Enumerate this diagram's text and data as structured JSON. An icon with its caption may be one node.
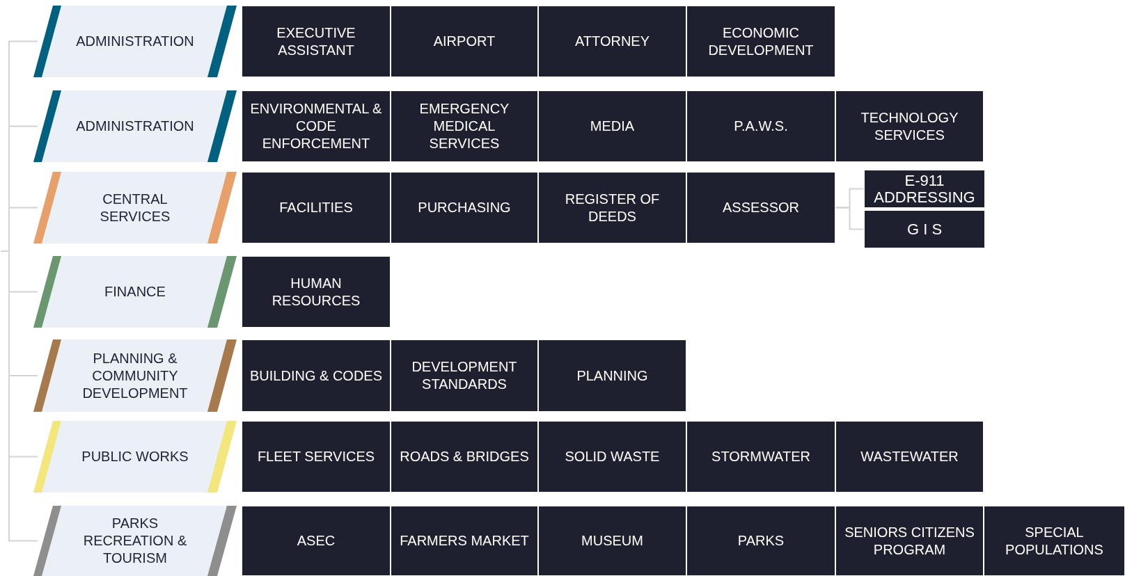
{
  "diagram": {
    "nodes": [
      {
        "text": [
          "ADMINISTRATION"
        ]
      },
      {
        "text": [
          "EXECUTIVE ASSISTANT"
        ]
      },
      {
        "text": [
          "AIRPORT"
        ]
      },
      {
        "text": [
          "ATTORNEY"
        ]
      },
      {
        "text": [
          "ECONOMIC DEVELOPMENT"
        ]
      },
      {
        "text": [
          "ADMINISTRATION"
        ]
      },
      {
        "text": [
          "ENVIRONMENTAL & CODE ENFORCEMENT"
        ]
      },
      {
        "text": [
          "EMERGENCY MEDICAL SERVICES"
        ]
      },
      {
        "text": [
          "MEDIA"
        ]
      },
      {
        "text": [
          "P.A.W.S."
        ]
      },
      {
        "text": [
          "TECHNOLOGY SERVICES"
        ]
      },
      {
        "text": [
          "CENTRAL SERVICES"
        ]
      },
      {
        "text": [
          "FACILITIES"
        ]
      },
      {
        "text": [
          "PURCHASING"
        ]
      },
      {
        "text": [
          "REGISTER OF DEEDS"
        ]
      },
      {
        "text": [
          "ASSESSOR"
        ]
      },
      {
        "text": [
          "E-911 ADDRESSING"
        ]
      },
      {
        "text": [
          "G I S"
        ]
      },
      {
        "text": [
          "FINANCE"
        ]
      },
      {
        "text": [
          "HUMAN RESOURCES"
        ]
      },
      {
        "text": [
          "PLANNING & COMMUNITY DEVELOPMENT"
        ]
      },
      {
        "text": [
          "BUILDING & CODES"
        ]
      },
      {
        "text": [
          "DEVELOPMENT STANDARDS"
        ]
      },
      {
        "text": [
          "PLANNING"
        ]
      },
      {
        "text": [
          "PUBLIC WORKS"
        ]
      },
      {
        "text": [
          "FLEET SERVICES"
        ]
      },
      {
        "text": [
          "ROADS & BRIDGES"
        ]
      },
      {
        "text": [
          "SOLID WASTE"
        ]
      },
      {
        "text": [
          "STORMWATER"
        ]
      },
      {
        "text": [
          "WASTEWATER"
        ]
      },
      {
        "text": [
          "PARKS RECREATION & TOURISM"
        ]
      },
      {
        "text": [
          "ASEC"
        ]
      },
      {
        "text": [
          "FARMERS MARKET"
        ]
      },
      {
        "text": [
          "MUSEUM"
        ]
      },
      {
        "text": [
          "PARKS"
        ]
      },
      {
        "text": [
          "SENIORS CITIZENS PROGRAM"
        ]
      },
      {
        "text": [
          "SPECIAL POPULATIONS"
        ]
      }
    ],
    "edges": [
      {
        "from": null,
        "to": 0,
        "arrow": "none"
      },
      {
        "from": null,
        "to": 5,
        "arrow": "none"
      },
      {
        "from": null,
        "to": 11,
        "arrow": "none"
      },
      {
        "from": null,
        "to": 18,
        "arrow": "none"
      },
      {
        "from": null,
        "to": 20,
        "arrow": "none"
      },
      {
        "from": null,
        "to": 24,
        "arrow": "none"
      },
      {
        "from": null,
        "to": 30,
        "arrow": "none"
      },
      {
        "from": 15,
        "to": 16,
        "arrow": "none"
      },
      {
        "from": 15,
        "to": 17,
        "arrow": "none"
      }
    ]
  }
}
